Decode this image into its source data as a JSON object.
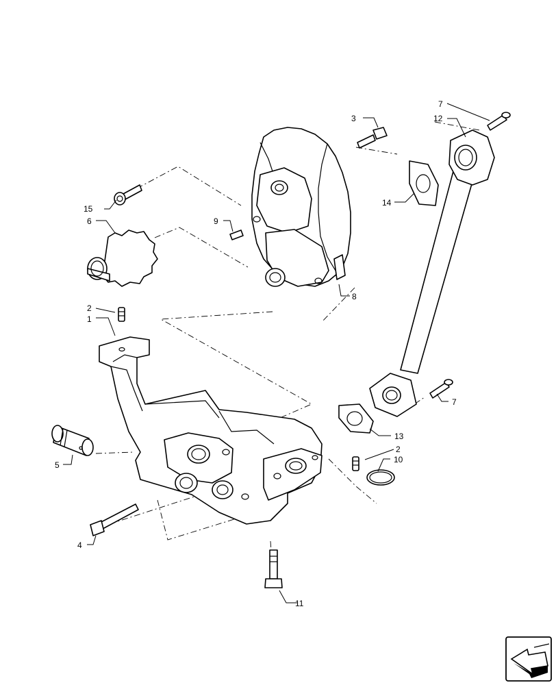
{
  "callouts": {
    "c1": "1",
    "c2a": "2",
    "c2b": "2",
    "c3": "3",
    "c4": "4",
    "c5": "5",
    "c6": "6",
    "c7a": "7",
    "c7b": "7",
    "c8": "8",
    "c9": "9",
    "c10": "10",
    "c11": "11",
    "c12": "12",
    "c13": "13",
    "c14": "14",
    "c15": "15"
  },
  "nav": {
    "icon": "next-page-arrow-icon"
  }
}
